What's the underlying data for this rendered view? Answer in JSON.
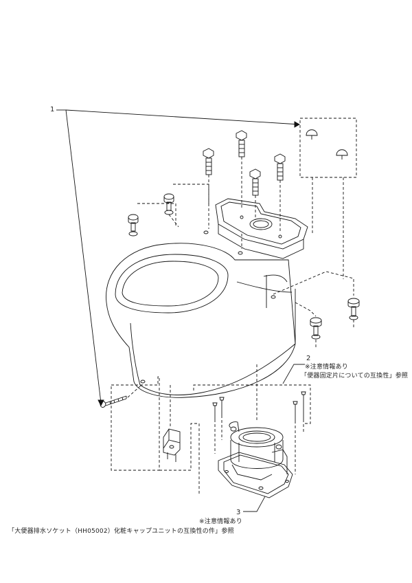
{
  "callouts": {
    "part1": {
      "number": "1"
    },
    "part2": {
      "number": "2",
      "note": "※注意情報あり",
      "reference": "「便器固定片についての互換性」参照"
    },
    "part3": {
      "number": "3",
      "note": "※注意情報あり",
      "reference": "「大便器排水ソケット（HH05002）化粧キャップユニットの互換性の件」参照"
    }
  }
}
